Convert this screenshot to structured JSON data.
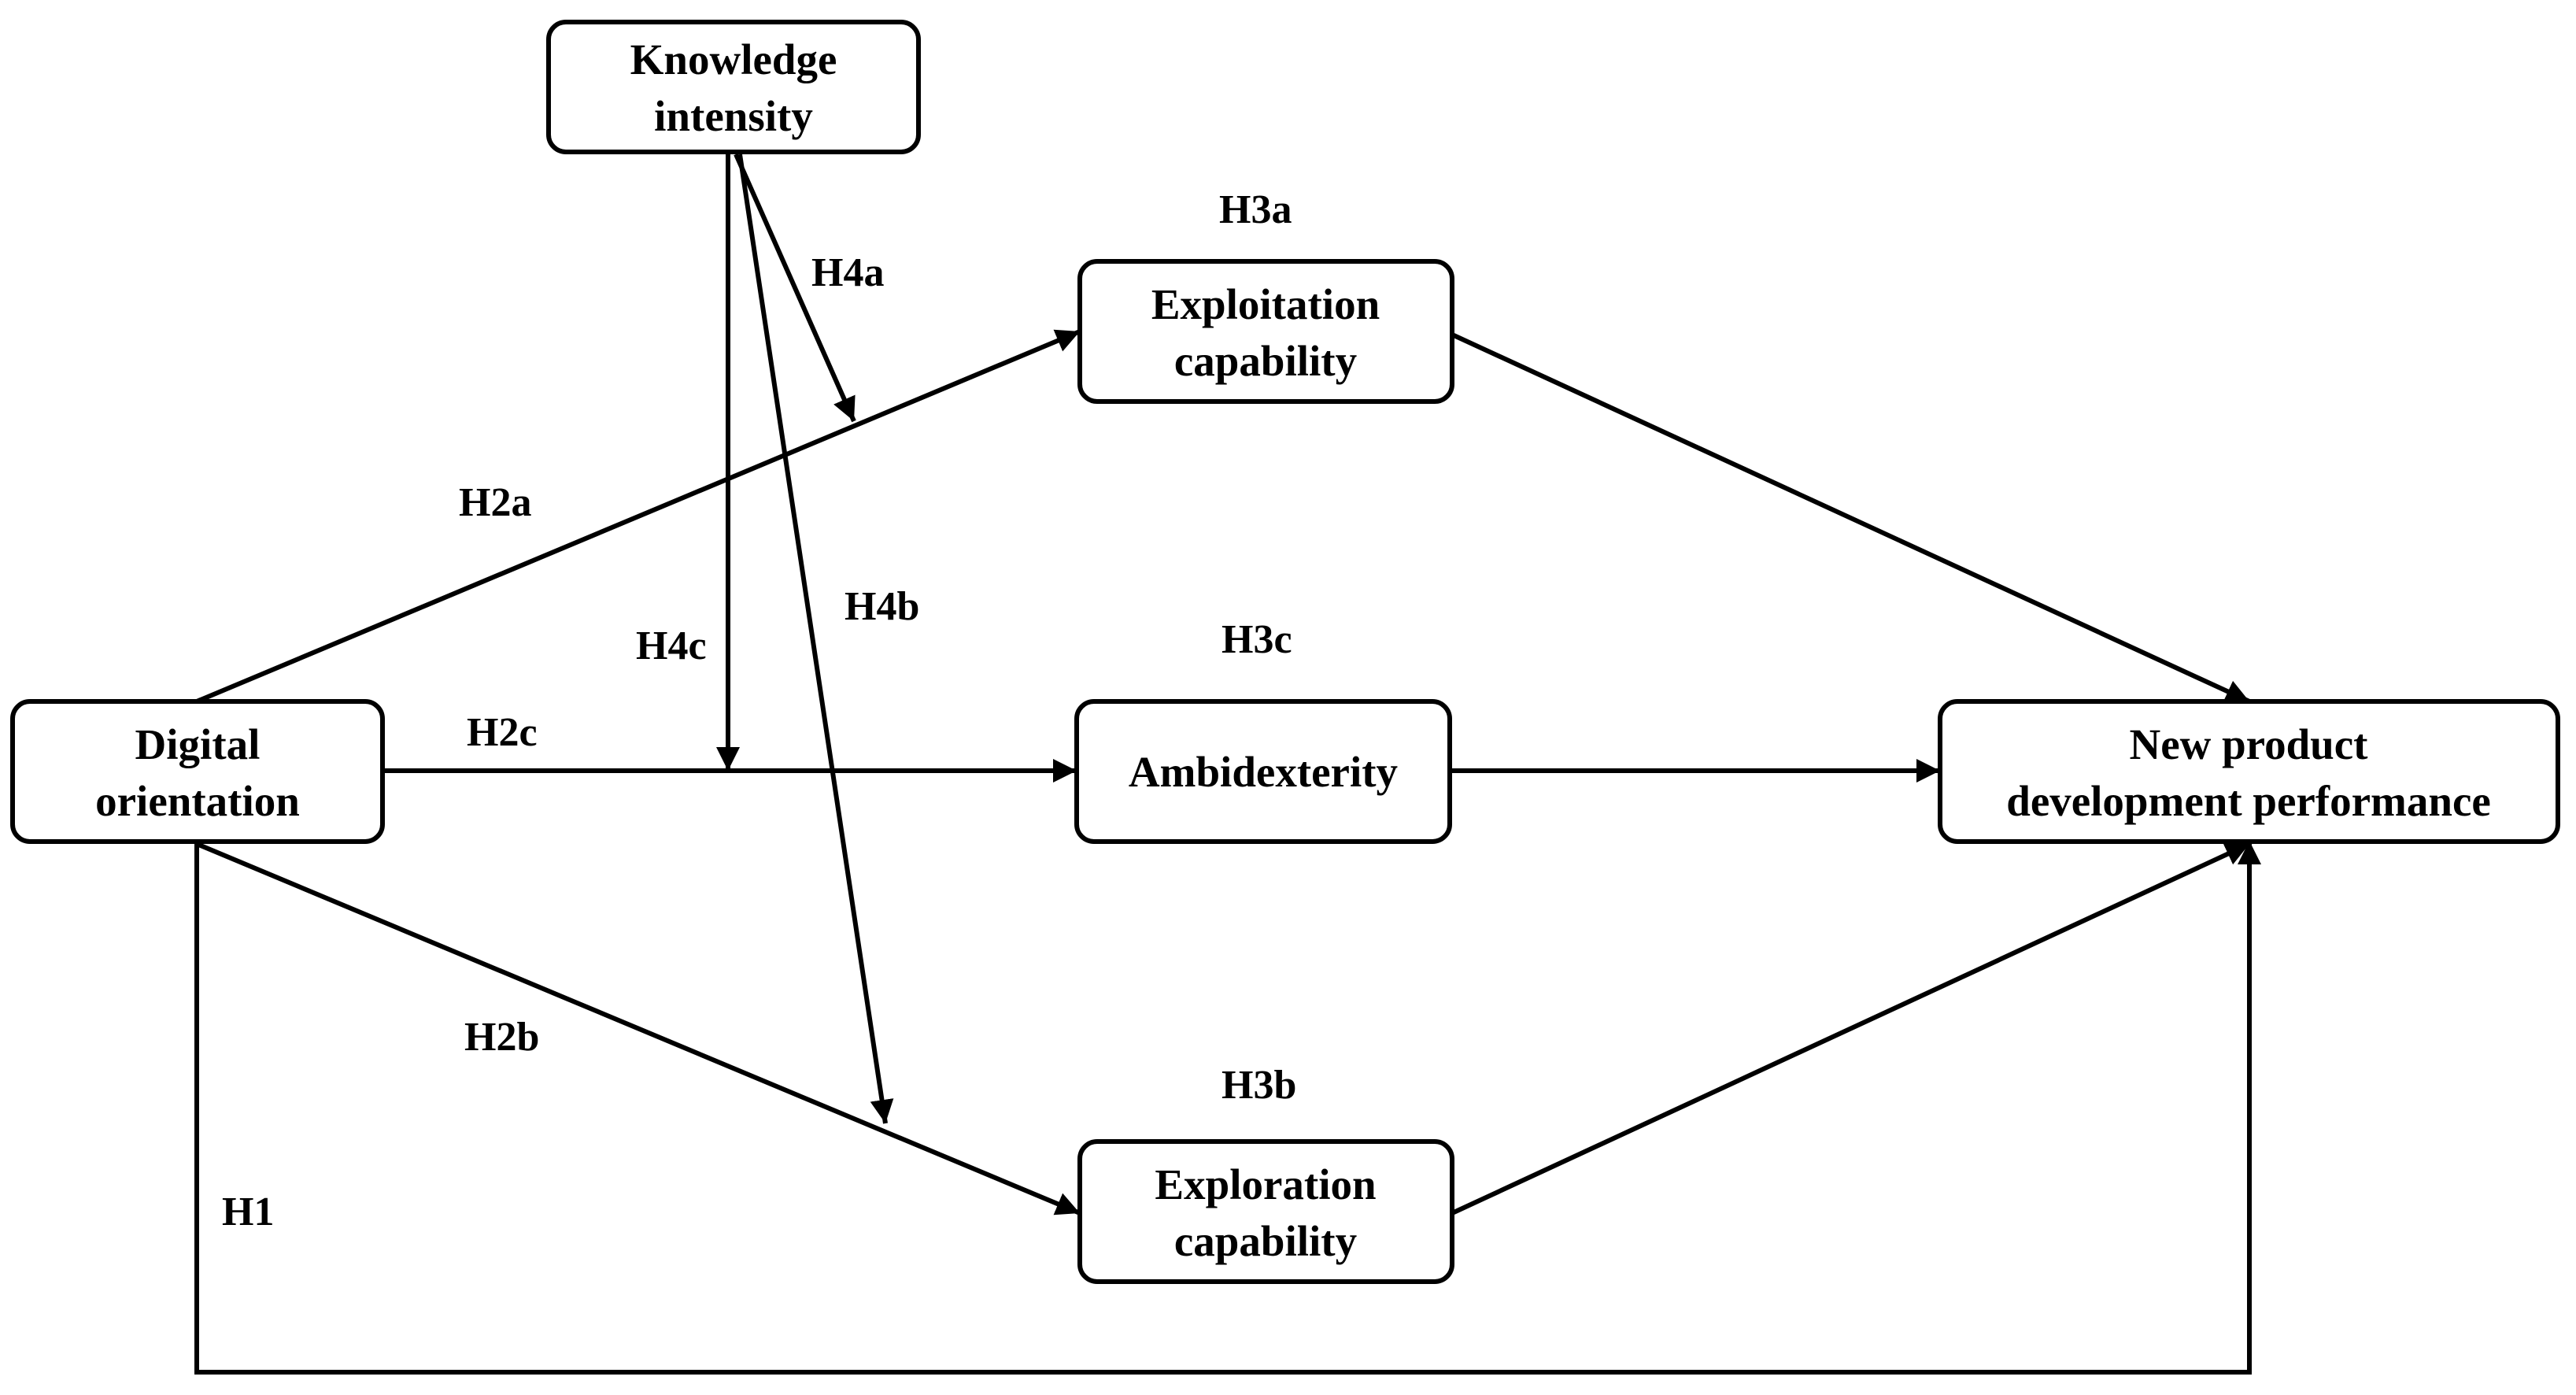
{
  "diagram": {
    "nodes": {
      "knowledge_intensity": {
        "lines": [
          "Knowledge",
          "intensity"
        ]
      },
      "exploitation_capability": {
        "lines": [
          "Exploitation",
          "capability"
        ]
      },
      "ambidexterity": {
        "lines": [
          "Ambidexterity"
        ]
      },
      "exploration_capability": {
        "lines": [
          "Exploration",
          "capability"
        ]
      },
      "digital_orientation": {
        "lines": [
          "Digital",
          "orientation"
        ]
      },
      "npd_performance": {
        "lines": [
          "New product",
          "development performance"
        ]
      }
    },
    "hypotheses": {
      "h1": "H1",
      "h2a": "H2a",
      "h2b": "H2b",
      "h2c": "H2c",
      "h3a": "H3a",
      "h3b": "H3b",
      "h3c": "H3c",
      "h4a": "H4a",
      "h4b": "H4b",
      "h4c": "H4c"
    },
    "edges": [
      {
        "from": "digital_orientation",
        "to": "exploitation_capability",
        "label": "H2a"
      },
      {
        "from": "digital_orientation",
        "to": "ambidexterity",
        "label": "H2c"
      },
      {
        "from": "digital_orientation",
        "to": "exploration_capability",
        "label": "H2b"
      },
      {
        "from": "digital_orientation",
        "to": "npd_performance",
        "label": "H1"
      },
      {
        "from": "exploitation_capability",
        "to": "npd_performance",
        "label": "H3a"
      },
      {
        "from": "ambidexterity",
        "to": "npd_performance",
        "label": "H3c"
      },
      {
        "from": "exploration_capability",
        "to": "npd_performance",
        "label": "H3b"
      },
      {
        "from": "knowledge_intensity",
        "to": "H2a path",
        "label": "H4a"
      },
      {
        "from": "knowledge_intensity",
        "to": "H2b path",
        "label": "H4b"
      },
      {
        "from": "knowledge_intensity",
        "to": "H2c path",
        "label": "H4c"
      }
    ],
    "colors": {
      "stroke": "#000000",
      "background": "#ffffff",
      "node_fill": "#ffffff"
    }
  }
}
